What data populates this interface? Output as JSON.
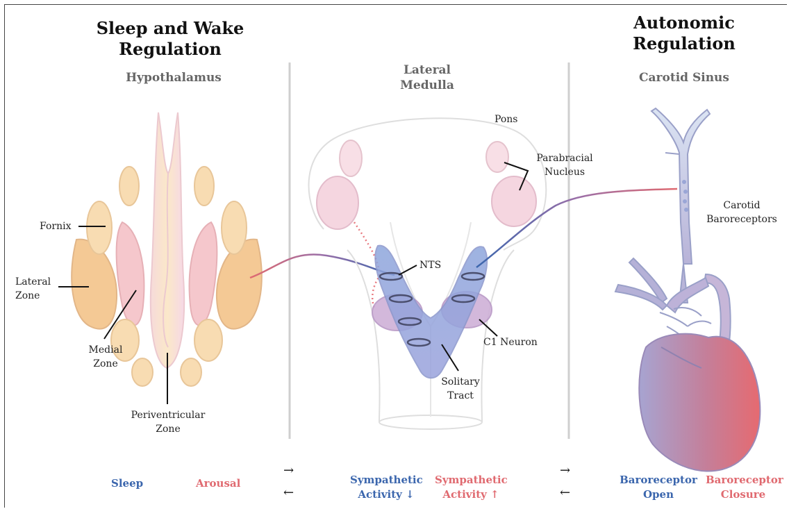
{
  "titles": {
    "left": "Sleep and Wake Regulation",
    "right": "Autonomic Regulation"
  },
  "panels": {
    "hypothalamus": "Hypothalamus",
    "lateral_medulla": "Lateral Medulla",
    "carotid_sinus": "Carotid Sinus"
  },
  "labels": {
    "fornix": "Fornix",
    "lateral_zone": "Lateral Zone",
    "medial_zone": "Medial Zone",
    "periventricular_zone": "Periventricular Zone",
    "pons": "Pons",
    "parabracial_nucleus": "Parabracial Nucleus",
    "nts": "NTS",
    "c1_neuron": "C1 Neuron",
    "solitary_tract": "Solitary Tract",
    "carotid_baroreceptors": "Carotid Baroreceptors"
  },
  "legend": {
    "sleep": "Sleep",
    "arousal": "Arousal",
    "symp_down": "Sympathetic Activity ↓",
    "symp_up": "Sympathetic Activity ↑",
    "baro_open": "Baroreceptor Open",
    "baro_closure": "Baroreceptor Closure",
    "arrow_right": "→",
    "arrow_left": "←"
  },
  "colors": {
    "blue": "#3b66ad",
    "red": "#e06a70",
    "orange_region": "#f4c995",
    "pink_region": "#f5c7cc",
    "purple_region": "#c9a9d3"
  }
}
